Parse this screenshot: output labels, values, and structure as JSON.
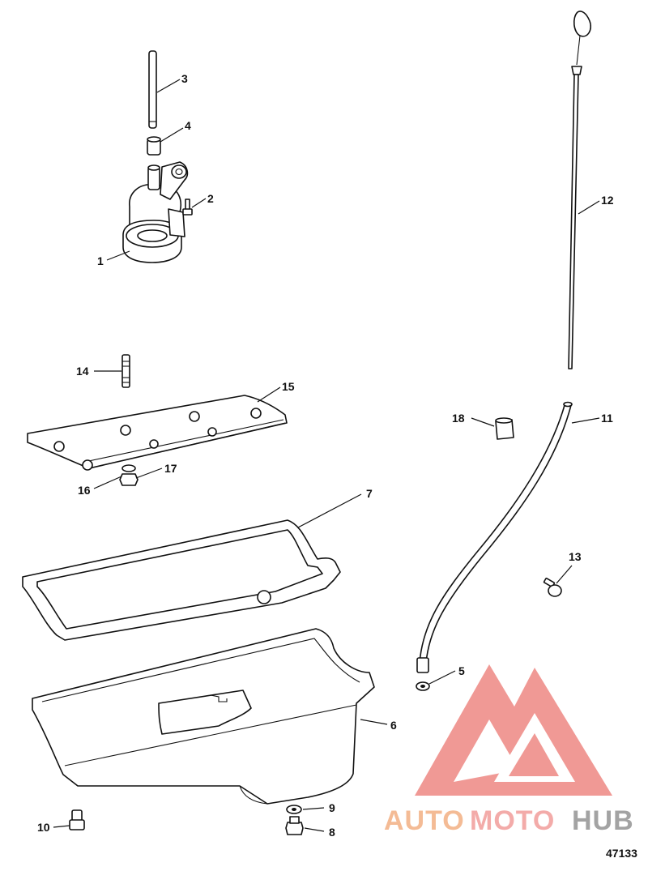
{
  "figure_number": "47133",
  "callouts": [
    {
      "id": "1",
      "text": "1"
    },
    {
      "id": "2",
      "text": "2"
    },
    {
      "id": "3",
      "text": "3"
    },
    {
      "id": "4",
      "text": "4"
    },
    {
      "id": "5",
      "text": "5"
    },
    {
      "id": "6",
      "text": "6"
    },
    {
      "id": "7",
      "text": "7"
    },
    {
      "id": "8",
      "text": "8"
    },
    {
      "id": "9",
      "text": "9"
    },
    {
      "id": "10",
      "text": "10"
    },
    {
      "id": "11",
      "text": "11"
    },
    {
      "id": "12",
      "text": "12"
    },
    {
      "id": "13",
      "text": "13"
    },
    {
      "id": "14",
      "text": "14"
    },
    {
      "id": "15",
      "text": "15"
    },
    {
      "id": "16",
      "text": "16"
    },
    {
      "id": "17",
      "text": "17"
    },
    {
      "id": "18",
      "text": "18"
    }
  ],
  "watermark": {
    "word_auto": "AUTO",
    "word_moto": "MOTO",
    "word_hub": "HUB",
    "triangle_color": "#ef8f8a",
    "auto_color": "#f3b48a",
    "moto_color": "#f2a3a0",
    "hub_color": "#9a9a9a"
  }
}
